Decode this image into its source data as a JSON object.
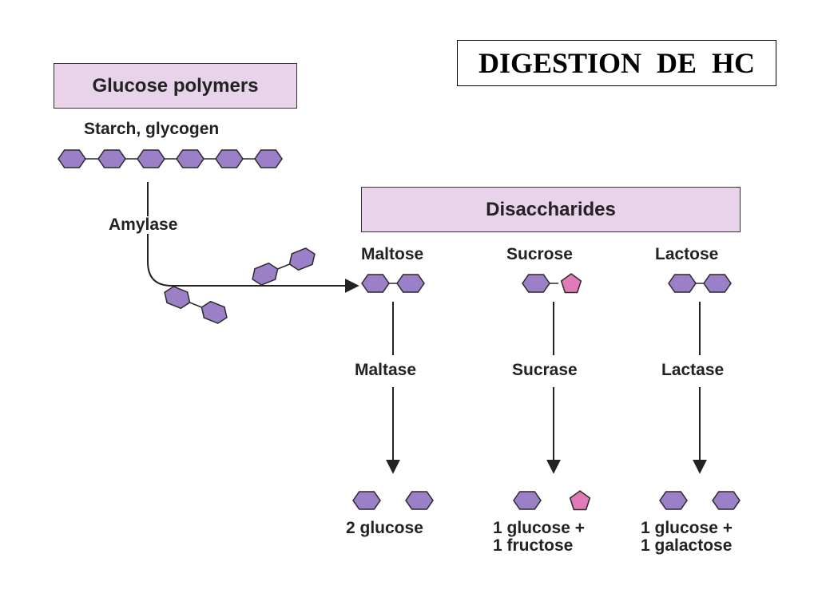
{
  "title": "DIGESTION  DE  HC",
  "glucose_polymers": {
    "header": "Glucose polymers",
    "subtitle": "Starch, glycogen",
    "enzyme": "Amylase"
  },
  "disaccharides": {
    "header": "Disaccharides",
    "columns": [
      {
        "name": "Maltose",
        "enzyme": "Maltase",
        "products": "2 glucose",
        "units": [
          "glucose",
          "glucose"
        ]
      },
      {
        "name": "Sucrose",
        "enzyme": "Sucrase",
        "products": "1 glucose +\n1 fructose",
        "units": [
          "glucose",
          "fructose"
        ]
      },
      {
        "name": "Lactose",
        "enzyme": "Lactase",
        "products": "1 glucose +\n1 galactose",
        "units": [
          "glucose",
          "galactose"
        ]
      }
    ]
  },
  "colors": {
    "hexagon_fill": "#9b7fc7",
    "pentagon_fill": "#e07bb8",
    "header_fill": "#e9d3ea",
    "stroke": "#2a2a2a"
  }
}
